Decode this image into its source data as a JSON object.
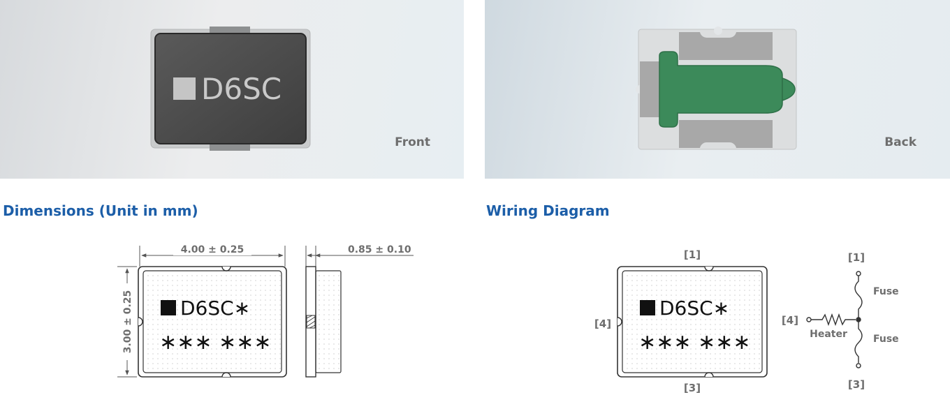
{
  "photos": {
    "front": {
      "label": "Front",
      "marking": "D6SC"
    },
    "back": {
      "label": "Back"
    }
  },
  "dimensions": {
    "heading": "Dimensions (Unit in mm)",
    "width_label": "4.00 ± 0.25",
    "height_label": "3.00 ± 0.25",
    "thickness_label": "0.85 ± 0.10",
    "marking_line1": "D6SC∗",
    "marking_line2": "∗∗∗ ∗∗∗"
  },
  "wiring": {
    "heading": "Wiring Diagram",
    "package_top_pin": "[1]",
    "package_left_pin": "[4]",
    "package_bottom_pin": "[3]",
    "marking_line1": "D6SC∗",
    "marking_line2": "∗∗∗ ∗∗∗",
    "schematic_top_pin": "[1]",
    "schematic_left_pin": "[4]",
    "schematic_bottom_pin": "[3]",
    "fuse_top_label": "Fuse",
    "fuse_bottom_label": "Fuse",
    "heater_label": "Heater"
  },
  "colors": {
    "heading": "#1c5ea8",
    "label_gray": "#6e6e6e",
    "component_body": "#4a4a4a",
    "heater_green": "#3c8a5a",
    "pad_gray": "#a8a8a8"
  }
}
